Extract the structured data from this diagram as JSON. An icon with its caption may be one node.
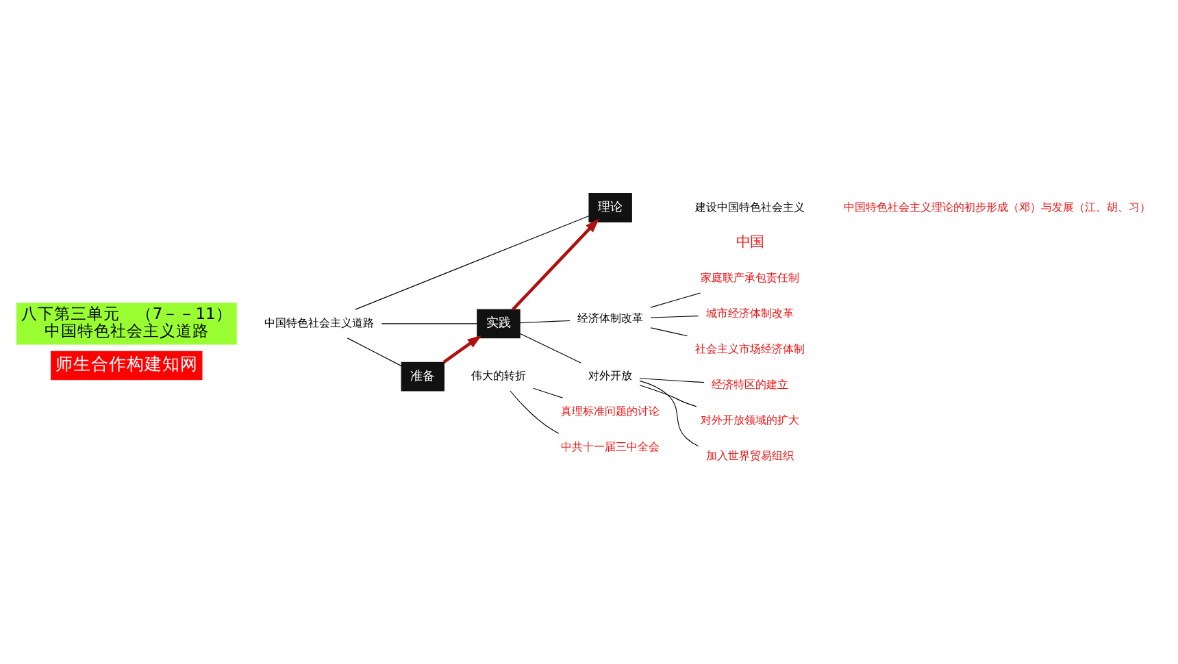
{
  "diagram": {
    "nodes": [
      {
        "text": [
          "师生合作构建知网"
        ]
      },
      {
        "text": [
          "八下第三单元　（7－－11）",
          "中国特色社会主义道路"
        ]
      },
      {
        "text": [
          "中国特色社会主义道路"
        ]
      },
      {
        "text": [
          "准备"
        ]
      },
      {
        "text": [
          "实践"
        ]
      },
      {
        "text": [
          "理论"
        ]
      },
      {
        "text": [
          "伟大的转折"
        ]
      },
      {
        "text": [
          "经济体制改革"
        ]
      },
      {
        "text": [
          "对外开放"
        ]
      },
      {
        "text": [
          "建设中国特色社会主义"
        ]
      },
      {
        "text": [
          "真理标准问题的讨论"
        ]
      },
      {
        "text": [
          "中共十一届三中全会"
        ]
      },
      {
        "text": [
          "家庭联产承包责任制"
        ]
      },
      {
        "text": [
          "城市经济体制改革"
        ]
      },
      {
        "text": [
          "社会主义市场经济体制"
        ]
      },
      {
        "text": [
          "经济特区的建立"
        ]
      },
      {
        "text": [
          "对外开放领域的扩大"
        ]
      },
      {
        "text": [
          "加入世界贸易组织"
        ]
      },
      {
        "text": [
          "中国特色社会主义理论的初步形成（邓）与发展（江、胡、习）"
        ]
      }
    ],
    "edges": [
      {
        "from": 2,
        "to": 3,
        "arrow": "none"
      },
      {
        "from": 2,
        "to": 4,
        "arrow": "none"
      },
      {
        "from": 2,
        "to": 5,
        "arrow": "none"
      },
      {
        "from": 3,
        "to": 4,
        "arrow": "to",
        "style": "thick",
        "color": "#b01010"
      },
      {
        "from": 4,
        "to": 5,
        "arrow": "to",
        "style": "thick",
        "color": "#b01010"
      },
      {
        "from": 6,
        "to": 10,
        "arrow": "none"
      },
      {
        "from": 6,
        "to": 11,
        "arrow": "none"
      },
      {
        "from": 4,
        "to": 7,
        "arrow": "none"
      },
      {
        "from": 4,
        "to": 8,
        "arrow": "none"
      },
      {
        "from": 7,
        "to": 12,
        "arrow": "none"
      },
      {
        "from": 7,
        "to": 13,
        "arrow": "none"
      },
      {
        "from": 7,
        "to": 14,
        "arrow": "none"
      },
      {
        "from": 8,
        "to": 15,
        "arrow": "none"
      },
      {
        "from": 8,
        "to": 16,
        "arrow": "none"
      },
      {
        "from": 8,
        "to": 17,
        "arrow": "none"
      }
    ],
    "labels": [
      "中国"
    ]
  }
}
